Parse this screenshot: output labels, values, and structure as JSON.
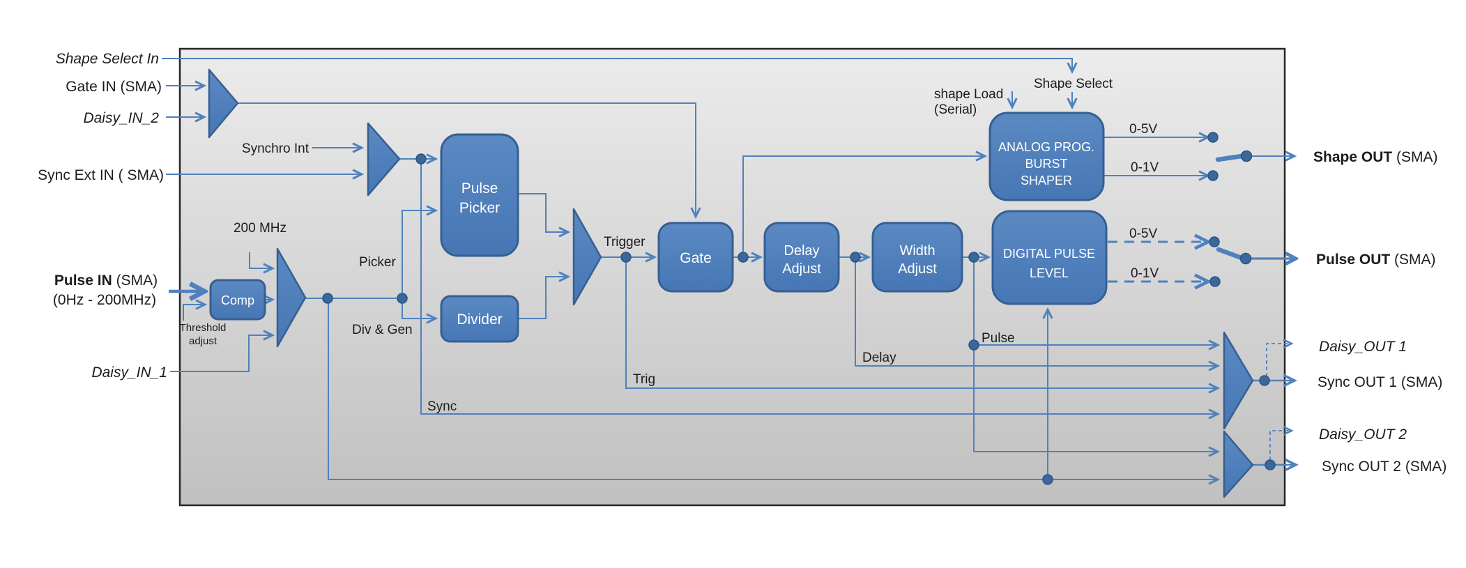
{
  "colors": {
    "block_fill": "#4f81bd",
    "block_border": "#365f91",
    "wire": "#4f81bd",
    "junction_dot": "#3a679c",
    "canvas_gradient_top": "#ececec",
    "canvas_gradient_bottom": "#c0c0c0",
    "canvas_border": "#262626",
    "text": "#1c1c1c"
  },
  "inputs": {
    "shape_select_in": "Shape Select In",
    "gate_in": "Gate IN (SMA)",
    "daisy_in_2": "Daisy_IN_2",
    "synchro_int": "Synchro Int",
    "sync_ext_in": "Sync Ext IN ( SMA)",
    "clock": "200 MHz",
    "pulse_in_bold": "Pulse IN",
    "pulse_in_rest": " (SMA)",
    "pulse_in_range": "(0Hz - 200MHz)",
    "threshold_1": "Threshold",
    "threshold_2": "adjust",
    "daisy_in_1": "Daisy_IN_1"
  },
  "blocks": {
    "comp": "Comp",
    "pulse_picker": [
      "Pulse",
      "Picker"
    ],
    "divider": "Divider",
    "gate": "Gate",
    "delay_adjust": [
      "Delay",
      "Adjust"
    ],
    "width_adjust": [
      "Width",
      "Adjust"
    ],
    "burst_shaper": [
      "ANALOG PROG.",
      "BURST",
      "SHAPER"
    ],
    "digital_pulse": [
      "DIGITAL PULSE",
      "LEVEL"
    ]
  },
  "wire_labels": {
    "picker": "Picker",
    "div_gen": "Div & Gen",
    "trigger": "Trigger",
    "shape_load_1": "shape Load",
    "shape_load_2": "(Serial)",
    "shape_select": "Shape Select",
    "shaper_0_5v": "0-5V",
    "shaper_0_1v": "0-1V",
    "dpl_0_5v": "0-5V",
    "dpl_0_1v": "0-1V",
    "pulse": "Pulse",
    "delay": "Delay",
    "trig": "Trig",
    "sync": "Sync"
  },
  "outputs": {
    "shape_out_bold": "Shape OUT",
    "shape_out_rest": " (SMA)",
    "pulse_out_bold": "Pulse OUT",
    "pulse_out_rest": " (SMA)",
    "daisy_out_1": "Daisy_OUT 1",
    "sync_out_1": "Sync OUT 1 (SMA)",
    "daisy_out_2": "Daisy_OUT 2",
    "sync_out_2": "Sync OUT 2 (SMA)"
  }
}
